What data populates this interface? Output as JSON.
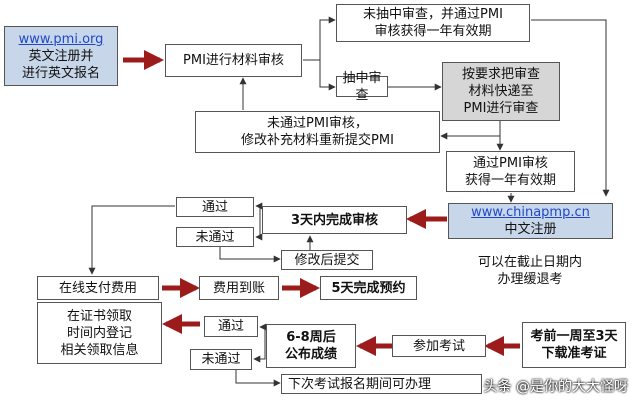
{
  "colors": {
    "accent_arrow": "#9c1c1c",
    "line": "#333333",
    "gray_box": "#d6d6d6",
    "blue_box": "#c8d6ea",
    "link": "#1f49c8"
  },
  "nodes": {
    "pmi_site": {
      "url": "www.pmi.org",
      "text": "英文注册并\n进行英文报名"
    },
    "pmi_review": "PMI进行材料审核",
    "not_audited": "未抽中审查，并通过PMI\n审核获得一年有效期",
    "audit_selected": "抽中审查",
    "mail_materials": "按要求把审查\n材料快递至\nPMI进行审查",
    "not_passed_resubmit": "未通过PMI审核，\n修改补充材料重新提交PMI",
    "passed_valid": "通过PMI审核\n获得一年有效期",
    "chinapmp_site": {
      "url": "www.chinapmp.cn",
      "text": "中文注册"
    },
    "review_3days": "3天内完成审核",
    "passed_1": "通过",
    "not_passed_1": "未通过",
    "revise_submit": "修改后提交",
    "deferral": "可以在截止日期内\n办理缓退考",
    "online_payment": "在线支付费用",
    "fee_received": "费用到账",
    "booking_5days": "5天完成预约",
    "certificate": "在证书领取\n时间内登记\n相关领取信息",
    "passed_2": "通过",
    "not_passed_2": "未通过",
    "results": "6-8周后\n公布成绩",
    "take_exam": "参加考试",
    "admission_ticket": "考前一周至3天\n下载准考证",
    "next_registration": "下次考试报名期间可办理"
  },
  "watermark": "头条 @是你的大大怪呀"
}
